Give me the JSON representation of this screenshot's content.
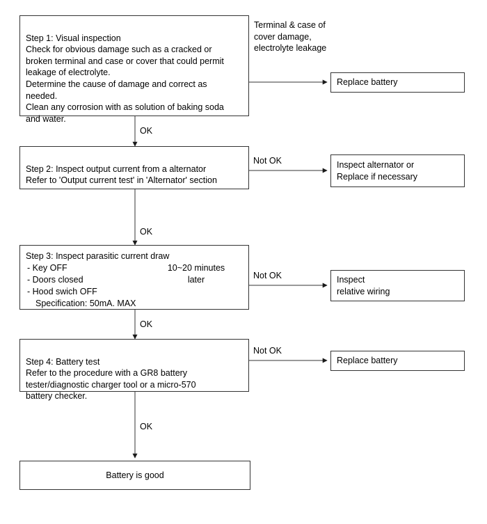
{
  "diagram": {
    "title": "Battery diagnostic flowchart",
    "line_color": "#333333",
    "text_color": "#000000",
    "background": "#ffffff"
  },
  "steps": [
    {
      "id": "step1",
      "name": "step-1-visual-inspection",
      "text": "Step 1: Visual inspection\nCheck for obvious damage such as a cracked or\nbroken terminal and case or cover that could permit\nleakage of electrolyte.\nDetermine the cause of damage and correct as\nneeded.\nClean any corrosion with as solution of baking soda\nand water."
    },
    {
      "id": "step2",
      "name": "step-2-inspect-output-current",
      "text": "Step 2: Inspect output current from a alternator\nRefer to 'Output current test' in 'Alternator' section"
    },
    {
      "id": "step3",
      "name": "step-3-parasitic-current-draw",
      "heading": "Step 3: Inspect parasitic current draw",
      "bullets": " - Key OFF\n - Doors closed\n - Hood swich OFF",
      "specification": "Specification: 50mA. MAX",
      "bracket_note": "10~20 minutes\nlater"
    },
    {
      "id": "step4",
      "name": "step-4-battery-test",
      "text": "Step 4: Battery test\nRefer to the procedure with a GR8 battery\ntester/diagnostic charger tool or a micro-570\nbattery checker."
    }
  ],
  "outcomes": [
    {
      "id": "outcome1",
      "name": "replace-battery-step1",
      "text": "Replace battery"
    },
    {
      "id": "outcome2",
      "name": "inspect-alternator",
      "text": "Inspect alternator or\nReplace if necessary"
    },
    {
      "id": "outcome3",
      "name": "inspect-relative-wiring",
      "text": "Inspect\nrelative wiring"
    },
    {
      "id": "outcome4",
      "name": "replace-battery-step4",
      "text": "Replace battery"
    }
  ],
  "final": {
    "name": "battery-is-good",
    "text": "Battery is good"
  },
  "notes": {
    "step1_condition": "Terminal  &  case of\ncover damage,\nelectrolyte leakage"
  },
  "edge_labels": {
    "ok1": "OK",
    "ok2": "OK",
    "ok3": "OK",
    "ok4": "OK",
    "not_ok2": "Not OK",
    "not_ok3": "Not OK",
    "not_ok4": "Not OK"
  }
}
